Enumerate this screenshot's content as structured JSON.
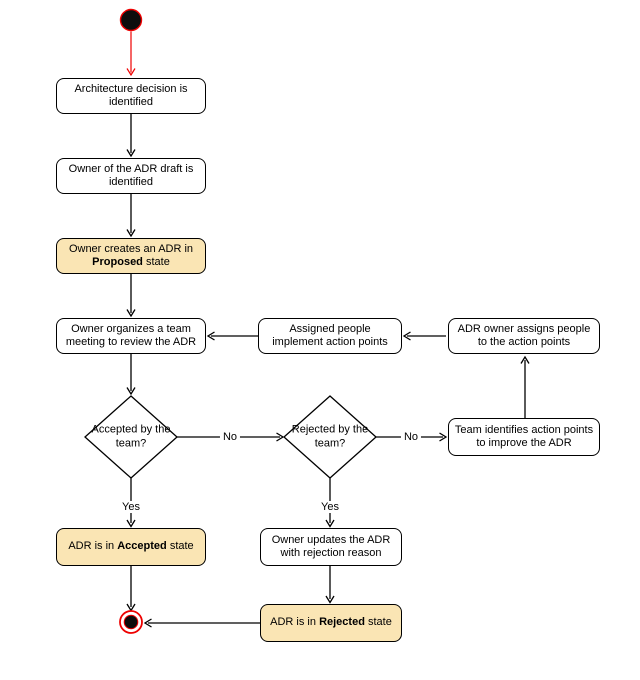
{
  "diagram_type": "activity-flowchart",
  "colors": {
    "accent_red": "#ee0000",
    "stroke_black": "#000000",
    "state_node_fill": "#fae5b4",
    "action_node_fill": "#ffffff"
  },
  "nodes": {
    "n1": {
      "text": "Architecture decision is identified"
    },
    "n2": {
      "text": "Owner of the ADR draft is identified"
    },
    "n3": {
      "pre": "Owner creates an ADR in ",
      "bold": "Proposed",
      "post": " state"
    },
    "n4": {
      "text": "Owner organizes a team meeting to review the ADR"
    },
    "n5": {
      "text": "Assigned people implement action points"
    },
    "n6": {
      "text": "ADR owner assigns people to the action points"
    },
    "d1": {
      "text": "Accepted by the team?"
    },
    "d2": {
      "text": "Rejected by the team?"
    },
    "n7": {
      "text": "Team identifies action points to improve the ADR"
    },
    "n8": {
      "pre": "ADR is in ",
      "bold": "Accepted",
      "post": " state"
    },
    "n9": {
      "text": "Owner updates the ADR with rejection reason"
    },
    "n10": {
      "pre": "ADR is in ",
      "bold": "Rejected",
      "post": " state"
    }
  },
  "edge_labels": {
    "no_accepted": "No",
    "no_rejected": "No",
    "yes_accepted": "Yes",
    "yes_rejected": "Yes"
  }
}
